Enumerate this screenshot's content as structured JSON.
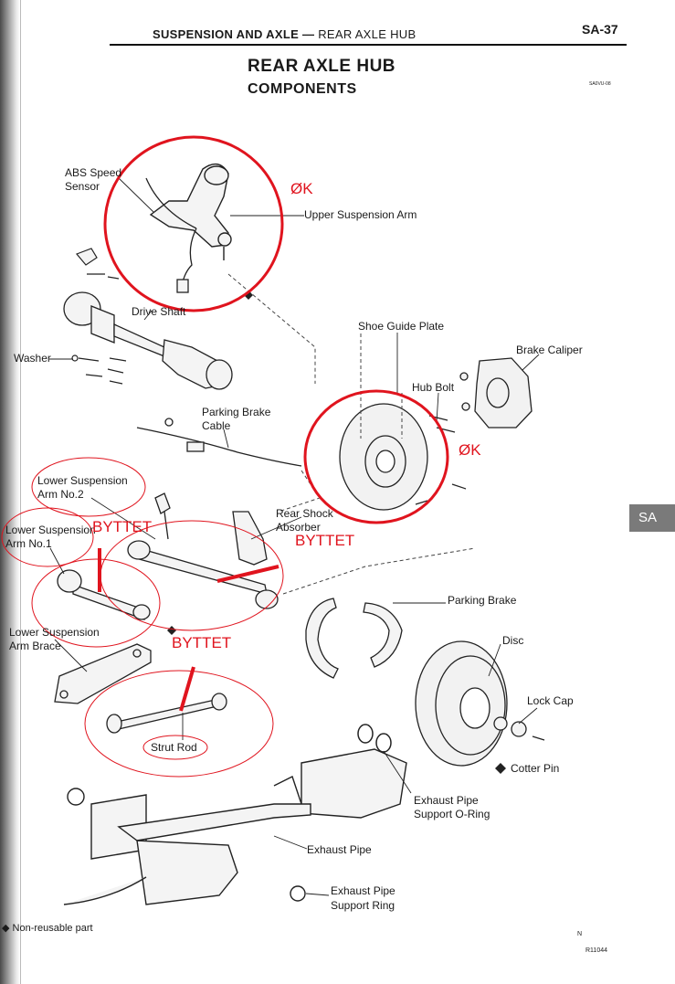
{
  "header": {
    "section": "SUSPENSION AND AXLE",
    "separator": "—",
    "subsection": "REAR AXLE HUB",
    "page": "SA-37"
  },
  "title": "REAR AXLE HUB",
  "subtitle": "COMPONENTS",
  "fig_code": "SA0VU-08",
  "tab": "SA",
  "labels": {
    "abs1": "ABS Speed",
    "abs2": "Sensor",
    "upper_arm": "Upper Suspension Arm",
    "drive_shaft": "Drive Shaft",
    "washer": "Washer",
    "shoe_guide": "Shoe Guide Plate",
    "brake_caliper": "Brake Caliper",
    "hub_bolt": "Hub Bolt",
    "pb_cable1": "Parking Brake",
    "pb_cable2": "Cable",
    "lower_arm2_1": "Lower Suspension",
    "lower_arm2_2": "Arm No.2",
    "lower_arm1_1": "Lower Suspension",
    "lower_arm1_2": "Arm No.1",
    "rear_shock1": "Rear Shock",
    "rear_shock2": "Absorber",
    "brace1": "Lower Suspension",
    "brace2": "Arm Brace",
    "strut_rod": "Strut Rod",
    "parking_brake": "Parking Brake",
    "disc": "Disc",
    "lock_cap": "Lock Cap",
    "cotter_pin": "Cotter Pin",
    "ex_oring1": "Exhaust Pipe",
    "ex_oring2": "Support O-Ring",
    "exhaust_pipe": "Exhaust Pipe",
    "ex_ring1": "Exhaust Pipe",
    "ex_ring2": "Support Ring"
  },
  "annotations": {
    "ok_upper": "ØK",
    "ok_hub": "ØK",
    "byttet_left": "BYTTET",
    "byttet_right": "BYTTET",
    "byttet_bottom": "BYTTET"
  },
  "footnote": "◆ Non-reusable part",
  "corner_letter": "N",
  "corner_code": "R11044",
  "colors": {
    "annotation_red": "#e0141e",
    "tab_gray": "#7a7a7a"
  }
}
